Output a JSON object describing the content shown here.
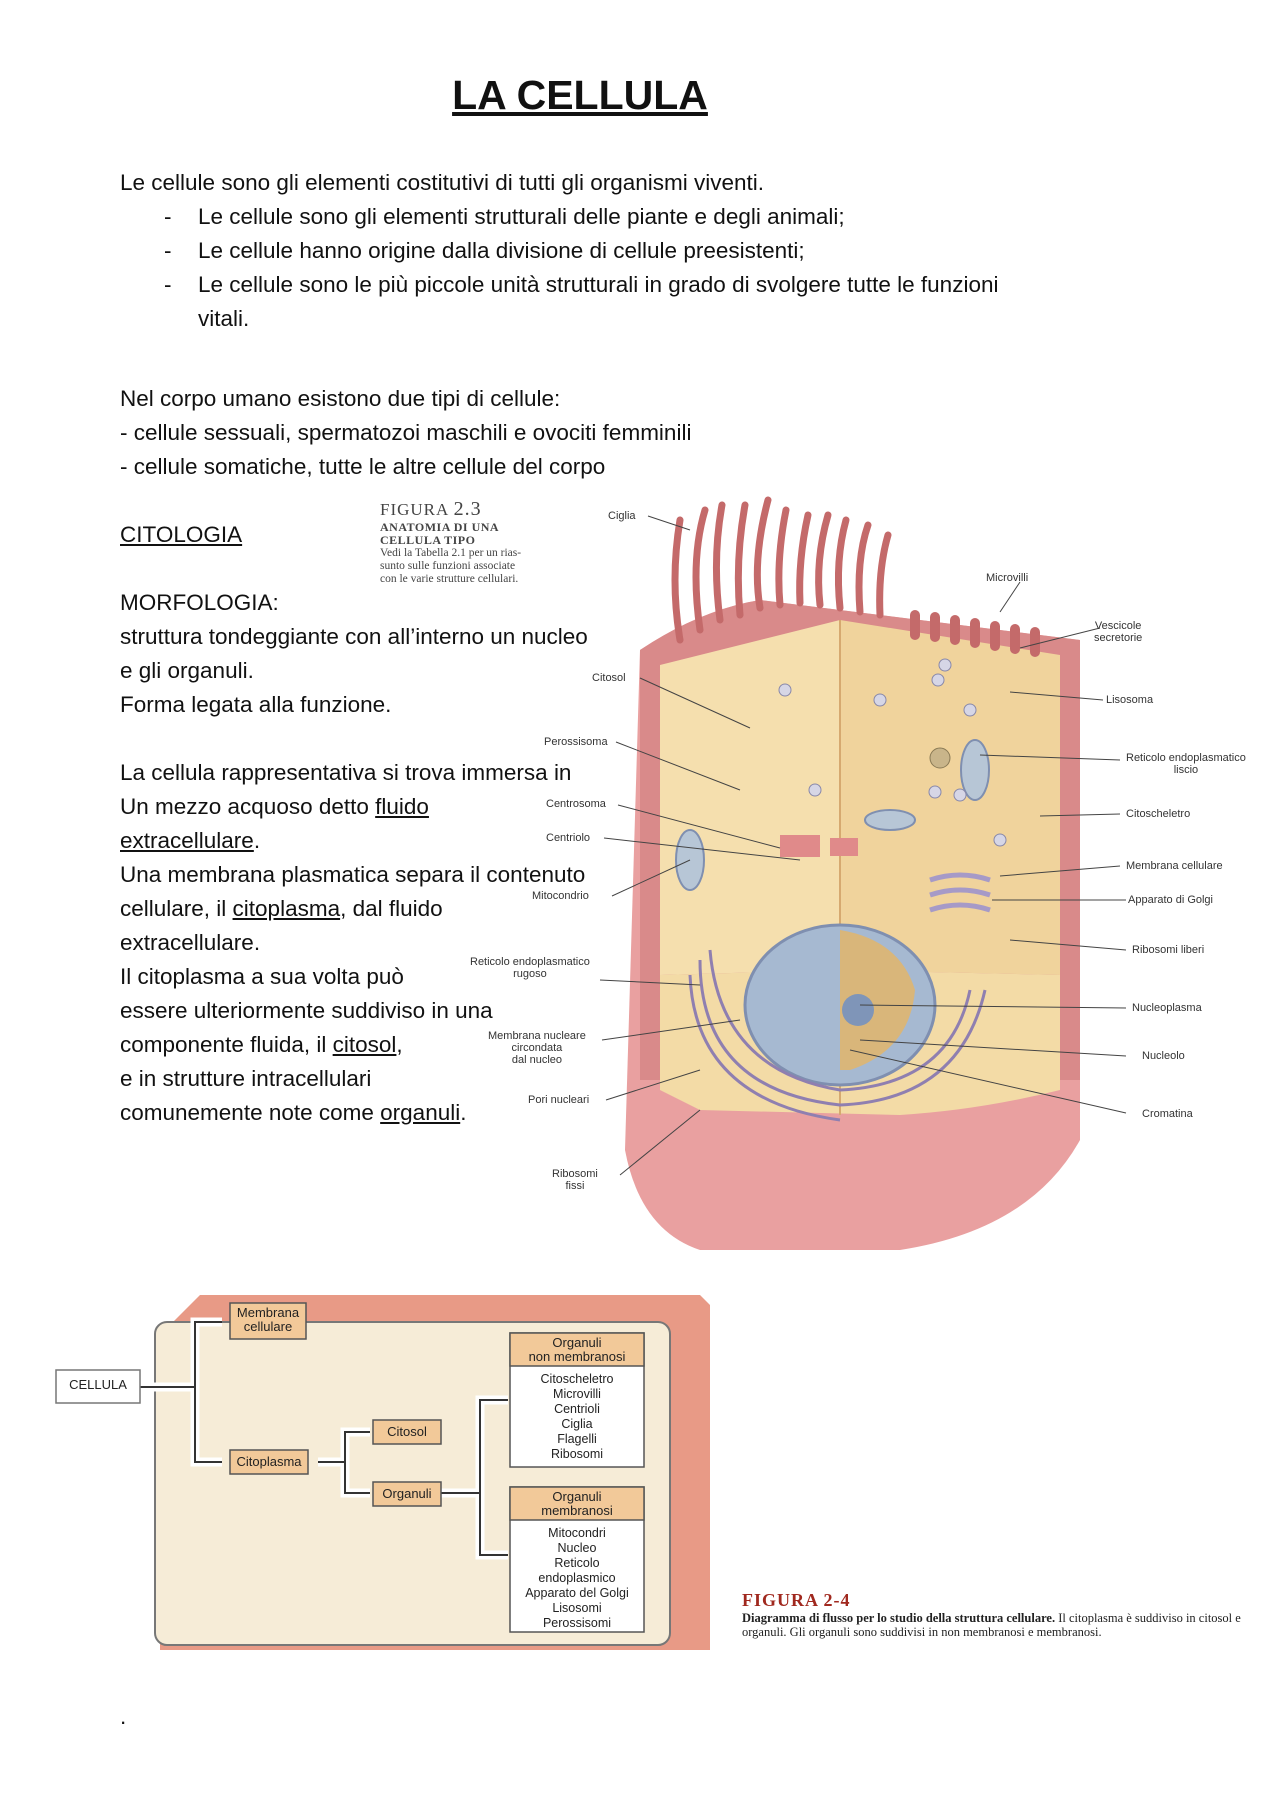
{
  "title": "LA CELLULA",
  "intro": "Le cellule sono gli elementi costitutivi di tutti gli organismi viventi.",
  "bullets": [
    "Le cellule sono gli elementi strutturali delle piante e degli animali;",
    "Le cellule hanno origine dalla divisione di cellule preesistenti;",
    "Le cellule sono le più piccole unità strutturali in grado di svolgere tutte le funzioni",
    "vitali."
  ],
  "types": {
    "heading": "Nel corpo umano esistono due tipi di cellule:",
    "item1": "- cellule sessuali, spermatozoi maschili e ovociti femminili",
    "item2": "- cellule somatiche, tutte le altre cellule del corpo"
  },
  "citologia": "CITOLOGIA",
  "morfologia": {
    "heading": "MORFOLOGIA:",
    "l1": "struttura tondeggiante con all’interno un nucleo",
    "l2": "e gli organuli.",
    "l3": "Forma legata alla funzione."
  },
  "body": {
    "l1": "La cellula rappresentativa si trova immersa in",
    "l2a": "Un mezzo acquoso detto ",
    "l2b": "fluido",
    "l3": "extracellulare",
    "l3b": ".",
    "l4": "Una membrana plasmatica  separa il contenuto",
    "l5a": "cellulare, il ",
    "l5b": "citoplasma",
    "l5c": ", dal fluido",
    "l6": "extracellulare.",
    "l7": "Il citoplasma a sua volta può",
    "l8": "essere ulteriormente suddiviso in una",
    "l9a": "componente fluida, il ",
    "l9b": "citosol",
    "l9c": ",",
    "l10": "e in strutture intracellulari",
    "l11a": "comunemente note come ",
    "l11b": "organuli",
    "l11c": "."
  },
  "figure23": {
    "figura": "FIGURA",
    "number": "2.3",
    "title1": "Anatomia di una",
    "title2": "cellula tipo",
    "desc1": "Vedi la Tabella 2.1 per un rias-",
    "desc2": "sunto sulle funzioni associate",
    "desc3": "con le varie strutture cellulari.",
    "labels": {
      "ciglia": "Ciglia",
      "microvilli": "Microvilli",
      "vescicole": "Vescicole\nsecretorie",
      "citosol": "Citosol",
      "lisosoma": "Lisosoma",
      "perossisoma": "Perossisoma",
      "rel": "Reticolo endoplasmatico\nliscio",
      "centrosoma": "Centrosoma",
      "citoscheletro": "Citoscheletro",
      "centriolo": "Centriolo",
      "membrana": "Membrana cellulare",
      "mitocondrio": "Mitocondrio",
      "golgi": "Apparato di Golgi",
      "ribosomiliberi": "Ribosomi liberi",
      "rer": "Reticolo endoplasmatico\nrugoso",
      "nucleoplasma": "Nucleoplasma",
      "membrananucleare": "Membrana nucleare\ncircondata\ndal nucleo",
      "nucleolo": "Nucleolo",
      "pori": "Pori nucleari",
      "cromatina": "Cromatina",
      "ribosomifissi": "Ribosomi\nfissi"
    }
  },
  "flow": {
    "cellula": "CELLULA",
    "membrana": "Membrana\ncellulare",
    "citoplasma": "Citoplasma",
    "citosol": "Citosol",
    "organuli": "Organuli",
    "nonmem_head": "Organuli\nnon membranosi",
    "nonmem_items": "Citoscheletro\nMicrovilli\nCentrioli\nCiglia\nFlagelli\nRibosomi",
    "mem_head": "Organuli\nmembranosi",
    "mem_items": "Mitocondri\nNucleo\nReticolo\nendoplasmico\nApparato del Golgi\nLisosomi\nPerossisomi"
  },
  "figure24": {
    "label": "FIGURA  2-4",
    "bold": "Diagramma di flusso per lo studio della struttura cellulare.",
    "text": "  Il citoplasma è suddiviso in citosol e organuli. Gli organuli sono suddivisi in non membranosi e membranosi."
  },
  "footer": "."
}
